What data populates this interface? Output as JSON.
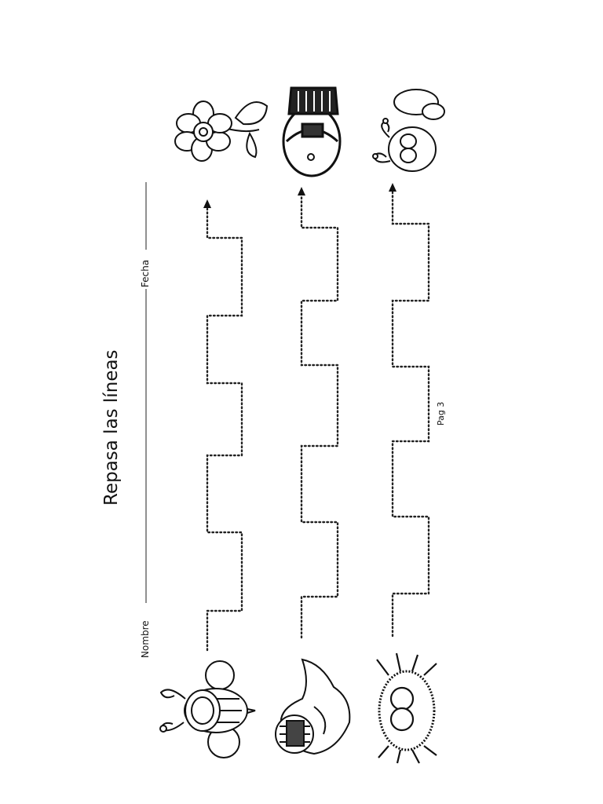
{
  "worksheet": {
    "title": "Repasa las líneas",
    "name_label": "Nombre",
    "date_label": "Fecha",
    "page_label": "Pag 3"
  },
  "rows": [
    {
      "start_icon": "bee-icon",
      "end_icon": "flower-icon"
    },
    {
      "start_icon": "duck-icon",
      "end_icon": "beetle-icon"
    },
    {
      "start_icon": "spider-icon",
      "end_icon": "butterfly-icon"
    }
  ]
}
